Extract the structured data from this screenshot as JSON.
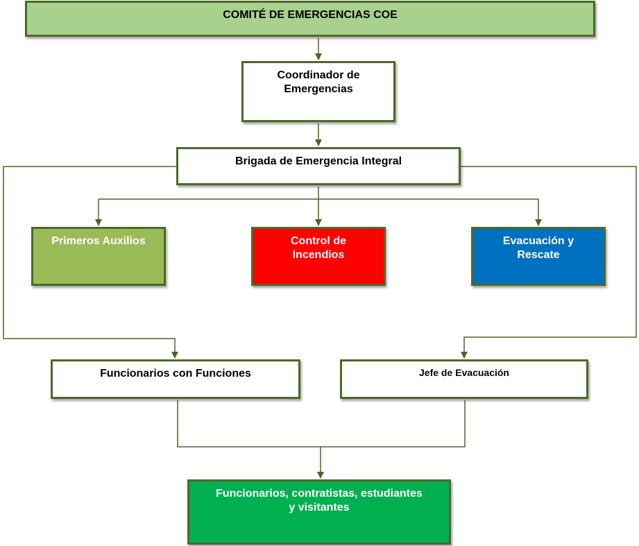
{
  "diagram": {
    "nodes": {
      "coe": {
        "lines": [
          "COMITÉ DE EMERGENCIAS COE"
        ],
        "fill": "#a9d18e"
      },
      "coordinador": {
        "lines": [
          "Coordinador de",
          "Emergencias"
        ],
        "fill": "#ffffff"
      },
      "brigada": {
        "lines": [
          "Brigada de Emergencia Integral"
        ],
        "fill": "#ffffff"
      },
      "primeros_auxilios": {
        "lines": [
          "Primeros Auxilios"
        ],
        "fill": "#9bbb59"
      },
      "control_incendios": {
        "lines": [
          "Control de",
          "Incendios"
        ],
        "fill": "#ff0000"
      },
      "evacuacion_rescate": {
        "lines": [
          "Evacuación y",
          "Rescate"
        ],
        "fill": "#0070c0"
      },
      "funcionarios_funciones": {
        "lines": [
          "Funcionarios con Funciones"
        ],
        "fill": "#ffffff"
      },
      "jefe_evacuacion": {
        "lines": [
          "Jefe de Evacuación"
        ],
        "fill": "#ffffff"
      },
      "visitantes": {
        "lines": [
          "Funcionarios, contratistas, estudiantes",
          "y visitantes"
        ],
        "fill": "#00b050"
      }
    },
    "edges": [
      [
        "coe",
        "coordinador"
      ],
      [
        "coordinador",
        "brigada"
      ],
      [
        "brigada",
        "primeros_auxilios"
      ],
      [
        "brigada",
        "control_incendios"
      ],
      [
        "brigada",
        "evacuacion_rescate"
      ],
      [
        "brigada",
        "funcionarios_funciones"
      ],
      [
        "brigada",
        "jefe_evacuacion"
      ],
      [
        "funcionarios_funciones",
        "visitantes"
      ],
      [
        "jefe_evacuacion",
        "visitantes"
      ]
    ],
    "line_color": "#4f6228",
    "border_color": "#4a6a28"
  }
}
